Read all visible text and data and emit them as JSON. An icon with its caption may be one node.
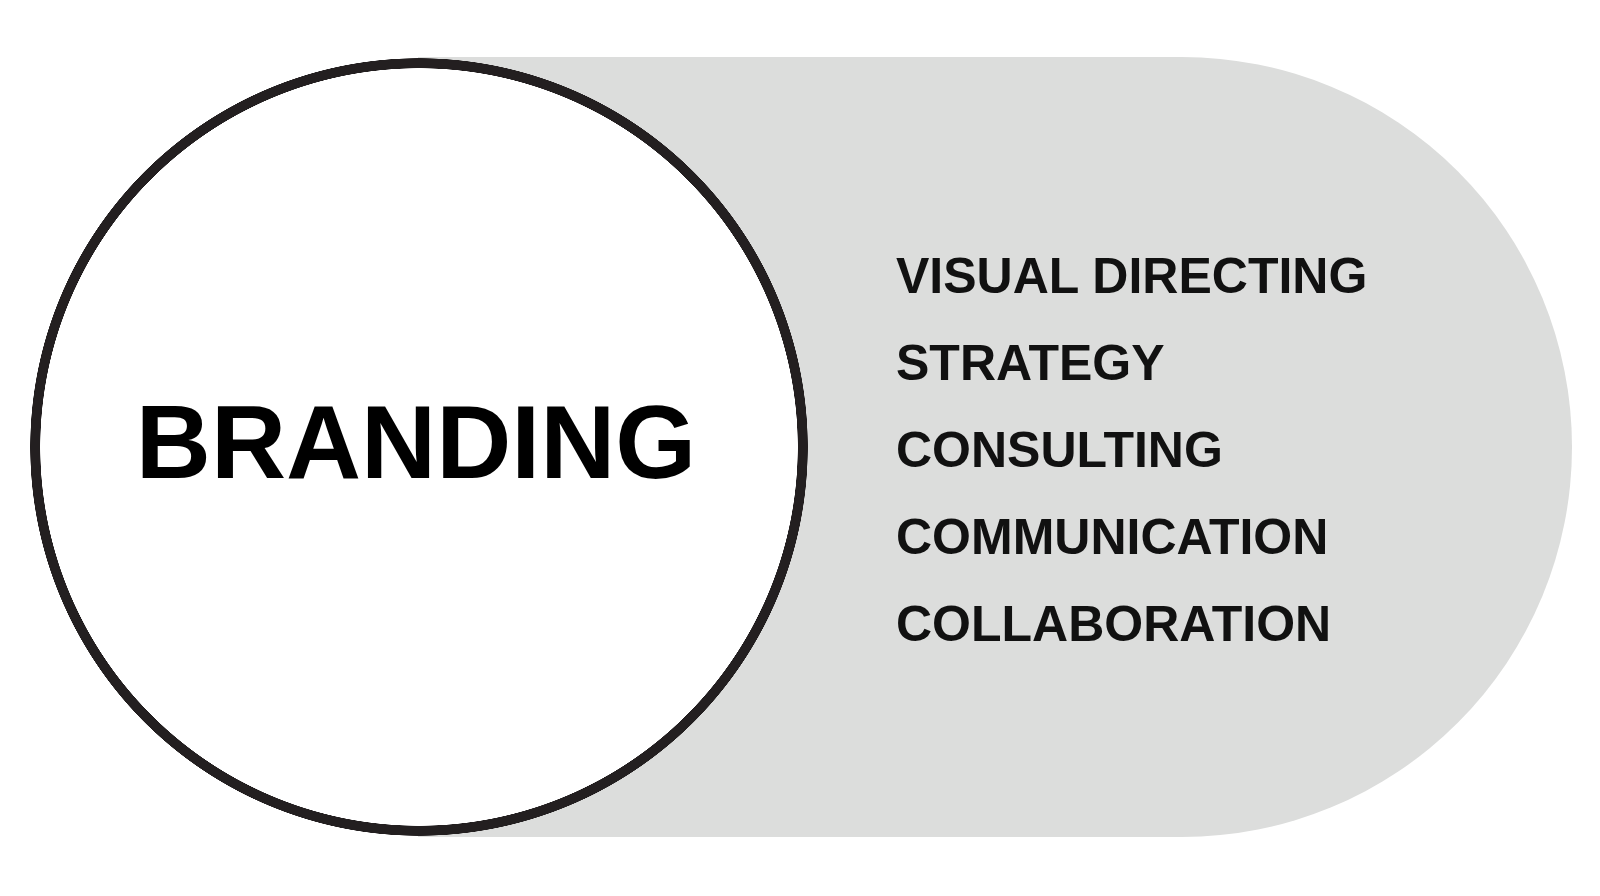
{
  "diagram": {
    "nodes": [
      {
        "text": [
          "BRANDING"
        ]
      },
      {
        "text": [
          "VISUAL DIRECTING",
          "STRATEGY",
          "CONSULTING",
          "COMMUNICATION",
          "COLLABORATION"
        ]
      }
    ]
  }
}
